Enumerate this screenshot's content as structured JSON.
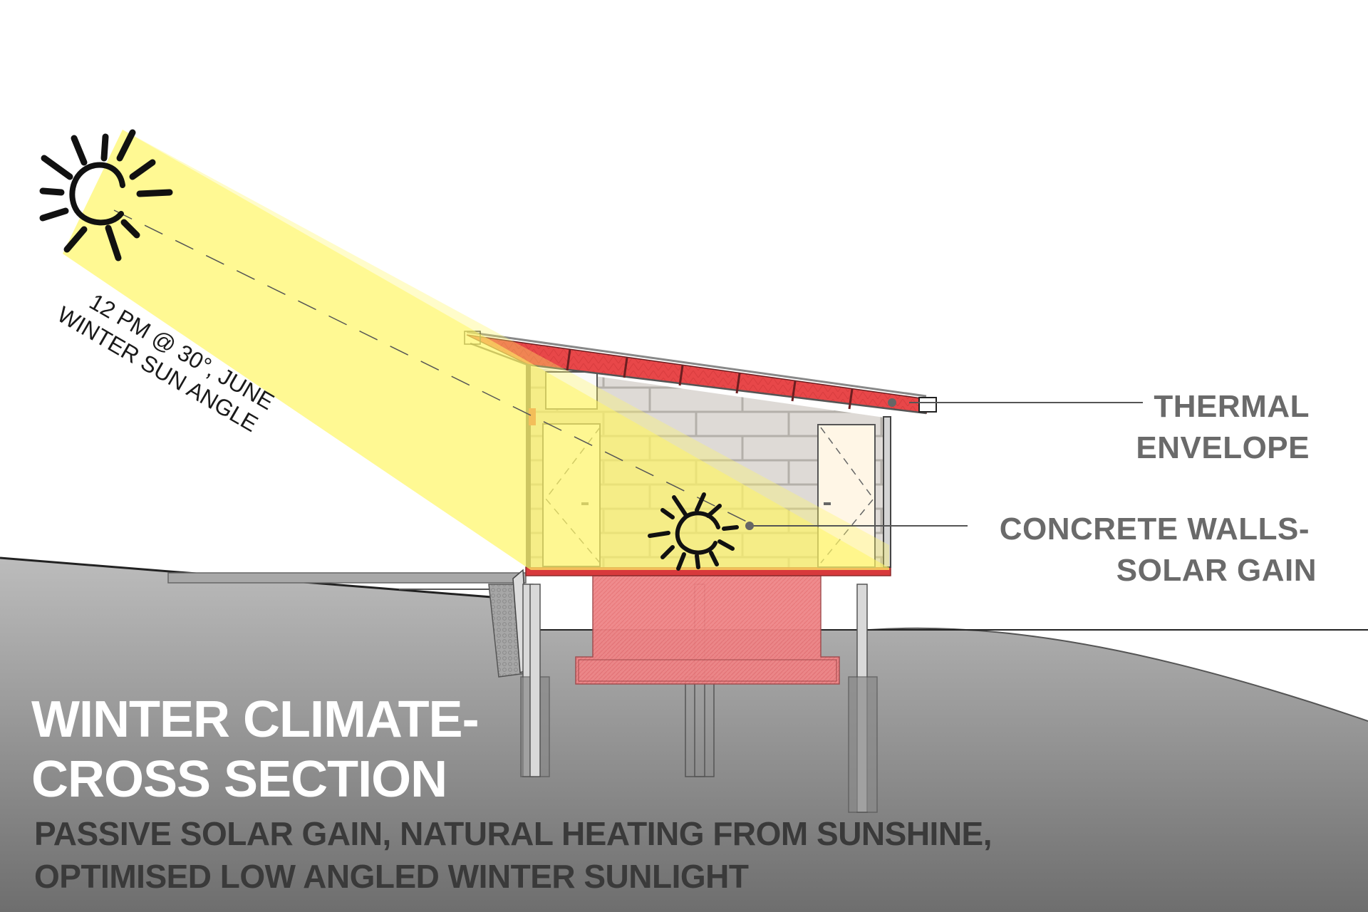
{
  "diagram": {
    "type": "architectural-cross-section",
    "title_lines": [
      "WINTER CLIMATE-",
      "CROSS SECTION"
    ],
    "subtitle_lines": [
      "PASSIVE SOLAR GAIN, NATURAL HEATING FROM SUNSHINE,",
      "OPTIMISED LOW ANGLED WINTER SUNLIGHT"
    ],
    "sun_annotation": {
      "line1": "12 PM @ 30°, JUNE",
      "line2": "WINTER SUN ANGLE",
      "angle_deg": 30
    },
    "callouts": [
      {
        "id": "thermal-envelope",
        "line1": "THERMAL",
        "line2": "ENVELOPE"
      },
      {
        "id": "concrete-walls",
        "line1": "CONCRETE WALLS-",
        "line2": "SOLAR GAIN"
      }
    ],
    "icons": {
      "sun_sky": "sun-sketch-icon",
      "sun_interior": "sun-sketch-icon"
    },
    "colors": {
      "sun_beam": "#fff566",
      "roof_insulation": "#e8484a",
      "foundation_insulation": "#f08a8c",
      "concrete_wall": "#dedad6",
      "brick_lines": "#b4b0aa",
      "ground_top": "#b9b9b9",
      "ground_bottom": "#6f6f6f",
      "label_text": "#6a6a6a",
      "title_text": "#ffffff",
      "subtitle_text": "#3a3a3a"
    }
  }
}
